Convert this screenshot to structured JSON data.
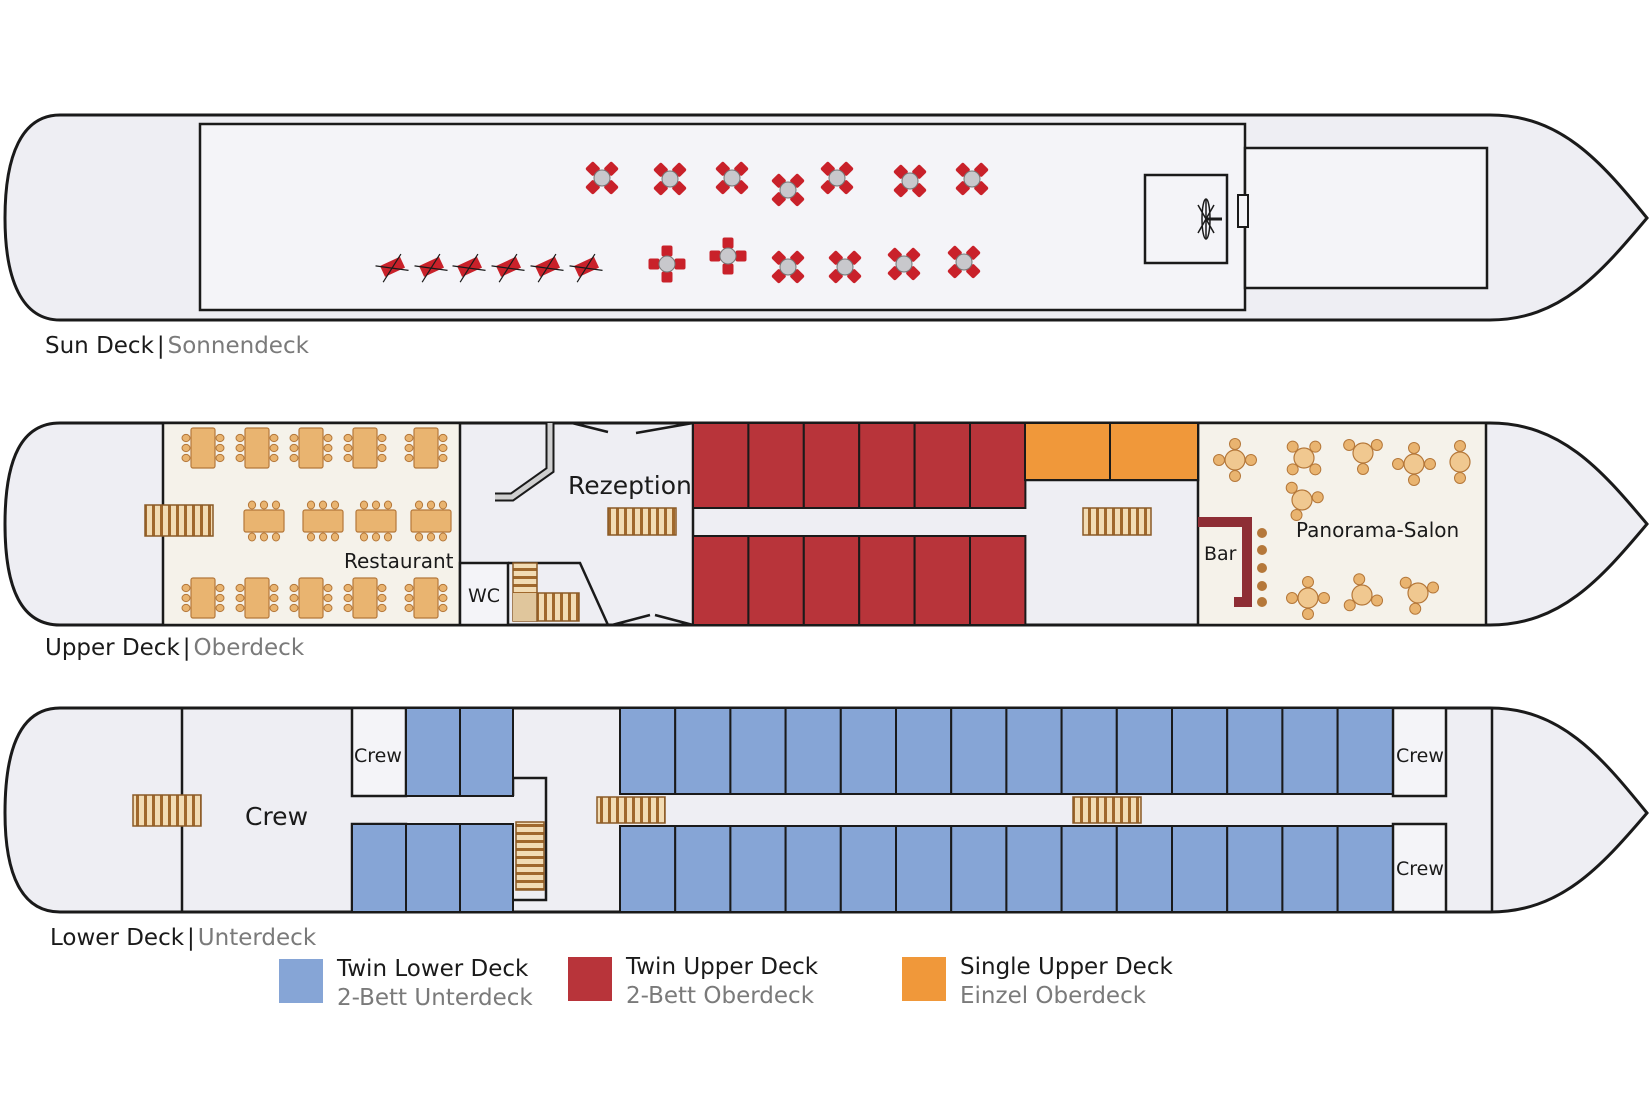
{
  "decks": {
    "sun": {
      "name": "Sun Deck",
      "name_de": "Sonnendeck"
    },
    "upper": {
      "name": "Upper Deck",
      "name_de": "Oberdeck"
    },
    "lower": {
      "name": "Lower Deck",
      "name_de": "Unterdeck"
    }
  },
  "rooms": {
    "restaurant": "Restaurant",
    "rezeption": "Rezeption",
    "wc": "WC",
    "panorama": "Panorama-Salon",
    "bar": "Bar",
    "crew_main": "Crew",
    "crew_small": "Crew",
    "crew_aft_top": "Crew",
    "crew_aft_bottom": "Crew"
  },
  "legend": [
    {
      "label": "Twin Lower Deck",
      "label_de": "2-Bett Unterdeck",
      "color": "#86a5d6"
    },
    {
      "label": "Twin Upper Deck",
      "label_de": "2-Bett Oberdeck",
      "color": "#b8343a"
    },
    {
      "label": "Single Upper Deck",
      "label_de": "Einzel Oberdeck",
      "color": "#f0983a"
    }
  ],
  "colors": {
    "hull_fill": "#eeeef3",
    "hull_stroke": "#1a1a1a",
    "cream": "#f5f2ea",
    "furniture": "#e9b470",
    "furniture_edge": "#b5783a",
    "sun_chair": "#c9212a"
  }
}
